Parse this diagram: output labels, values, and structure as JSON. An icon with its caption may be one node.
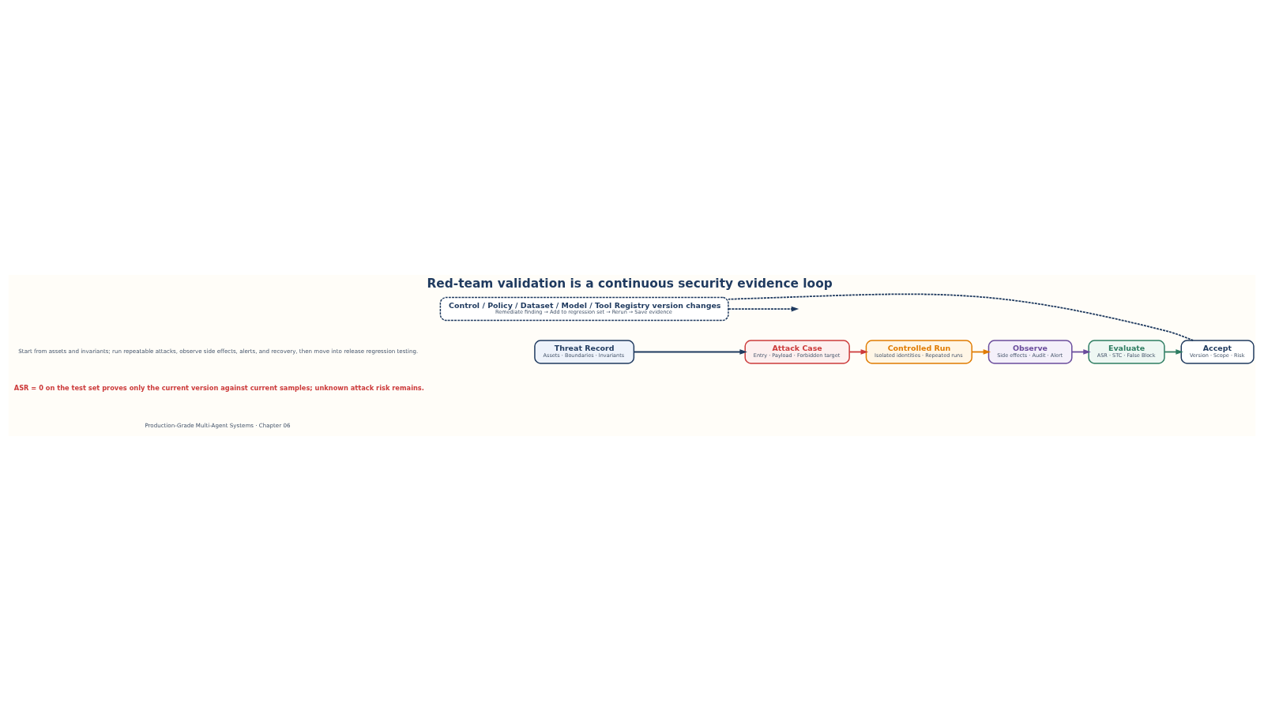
{
  "diagram": {
    "title": "Red-team validation is a continuous security evidence loop",
    "nodes": [
      {
        "text": [
          "Threat Record",
          "Assets · Boundaries · Invariants"
        ]
      },
      {
        "text": [
          "Attack Case",
          "Entry · Payload · Forbidden target"
        ]
      },
      {
        "text": [
          "Controlled Run",
          "Isolated identities · Repeated runs"
        ]
      },
      {
        "text": [
          "Observe",
          "Side effects · Audit · Alert"
        ]
      },
      {
        "text": [
          "Evaluate",
          "ASR · STC · False Block"
        ]
      },
      {
        "text": [
          "Accept",
          "Version · Scope · Risk"
        ]
      },
      {
        "text": [
          "Control / Policy / Dataset / Model / Tool Registry version changes",
          "Remediate finding → Add to regression set → Rerun → Save evidence"
        ]
      }
    ],
    "edges": [
      {
        "from": 0,
        "to": 1,
        "arrow": "to",
        "color": "#1f3a5f"
      },
      {
        "from": 1,
        "to": 2,
        "arrow": "to",
        "color": "#cc3b3b"
      },
      {
        "from": 2,
        "to": 3,
        "arrow": "to",
        "color": "#e07b00"
      },
      {
        "from": 3,
        "to": 4,
        "arrow": "to",
        "color": "#6a4c9c"
      },
      {
        "from": 4,
        "to": 5,
        "arrow": "to",
        "color": "#2e7d62"
      },
      {
        "from": 5,
        "to": 6,
        "arrow": "none",
        "style": "dashed",
        "color": "#1f3a5f"
      },
      {
        "from": 6,
        "to": null,
        "arrow": "to",
        "style": "dashed",
        "color": "#1f3a5f"
      }
    ],
    "labels": [
      "Start from assets and invariants; run repeatable attacks, observe side effects, alerts, and recovery, then move into release regression testing.",
      "ASR = 0 on the test set proves only the current version against current samples; unknown attack risk remains.",
      "Production-Grade Multi-Agent Systems · Chapter 06"
    ]
  }
}
